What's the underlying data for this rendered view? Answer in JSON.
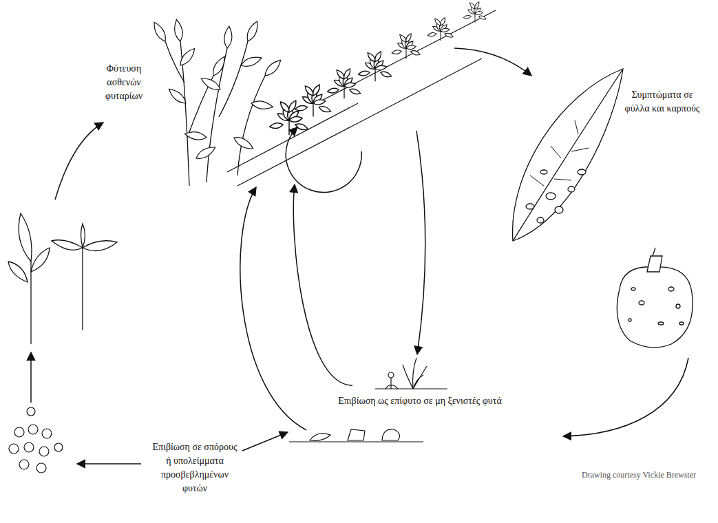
{
  "diagram": {
    "labels": [
      "Φύτευση ασθενών φυταρίων",
      "Συμπτώματα σε φύλλα και καρπούς",
      "Επιβίωση ως επίφυτο σε μη ξενιστές φυτά",
      "Επιβίωση σε σπόρους ή υπολείμματα προσβεβλημένων φυτών",
      "Drawing courtesy Vickie Brewster"
    ]
  }
}
